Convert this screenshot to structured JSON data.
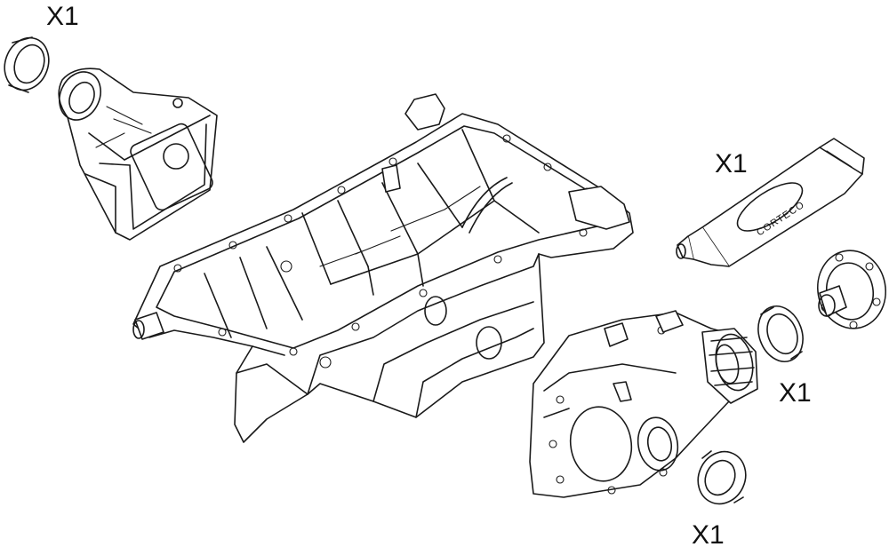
{
  "labels": {
    "seal_top_left_qty": "X1",
    "sealant_tube_qty": "X1",
    "seal_right_qty": "X1",
    "seal_bottom_qty": "X1"
  },
  "sealant_tube": {
    "brand_text": "CORTECO"
  },
  "colors": {
    "line": "#1a1a1a",
    "background": "#ffffff"
  }
}
